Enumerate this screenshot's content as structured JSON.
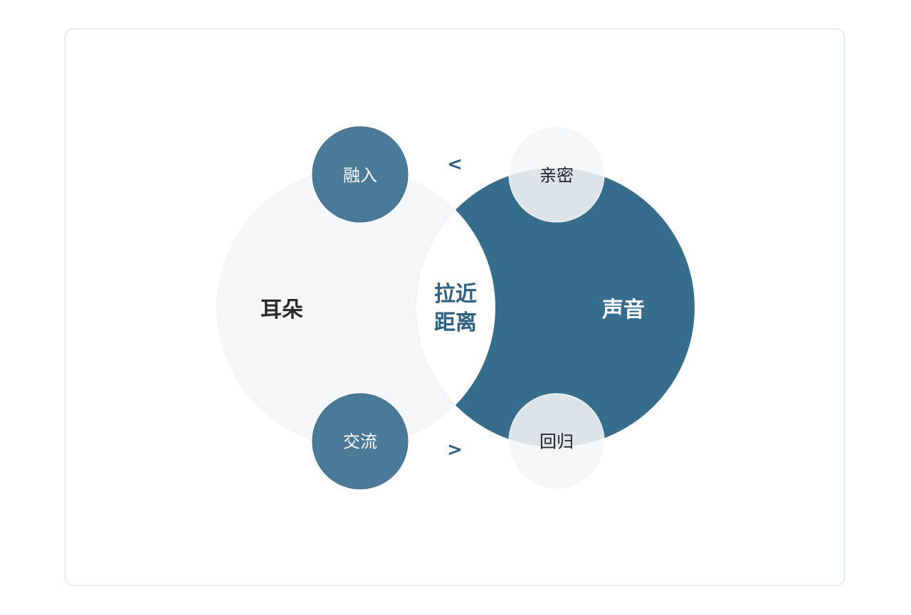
{
  "colors": {
    "left_circle": "#f5f6f7",
    "right_circle": "#366d8c",
    "small_dark": "#4a7a97",
    "small_light": "#eef0f2",
    "accent_text": "#2f6183",
    "dark_text": "#2b2b2b",
    "border": "#cfe0e6"
  },
  "diagram": {
    "left_label": "耳朵",
    "right_label": "声音",
    "center_label_line1": "拉近",
    "center_label_line2": "距离",
    "top_left": "融入",
    "top_right": "亲密",
    "bottom_left": "交流",
    "bottom_right": "回归",
    "arrow_top": "<",
    "arrow_bottom": ">"
  }
}
